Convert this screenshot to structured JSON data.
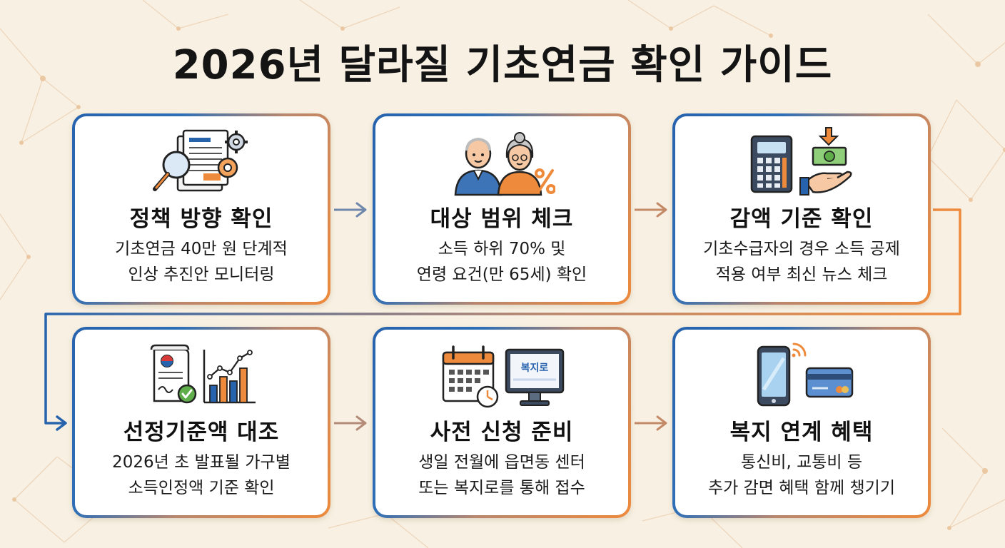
{
  "title": "2026년 달라질 기초연금 확인 가이드",
  "steps": [
    {
      "title": "정책 방향 확인",
      "lines": [
        "기초연금 40만 원 단계적",
        "인상 추진안 모니터링"
      ],
      "icon": "document-magnifier-gear-icon"
    },
    {
      "title": "대상 범위 체크",
      "lines": [
        "소득 하위 70% 및",
        "연령 요건(만 65세) 확인"
      ],
      "icon": "elderly-couple-percent-icon"
    },
    {
      "title": "감액 기준 확인",
      "lines": [
        "기초수급자의 경우 소득 공제",
        "적용 여부 최신 뉴스 체크"
      ],
      "icon": "calculator-money-hand-icon"
    },
    {
      "title": "선정기준액 대조",
      "lines": [
        "2026년 초 발표될 가구별",
        "소득인정액 기준 확인"
      ],
      "icon": "certificate-bar-chart-icon"
    },
    {
      "title": "사전 신청 준비",
      "lines": [
        "생일 전월에 읍면동 센터",
        "또는 복지로를 통해 접수"
      ],
      "icon": "calendar-monitor-icon",
      "monitor_label": "복지로"
    },
    {
      "title": "복지 연계 혜택",
      "lines": [
        "통신비, 교통비 등",
        "추가 감면 혜택 함께 챙기기"
      ],
      "icon": "phone-card-icon"
    }
  ],
  "colors": {
    "blue": "#2763ad",
    "orange": "#ee8a3c",
    "background": "#f8f1e3"
  }
}
